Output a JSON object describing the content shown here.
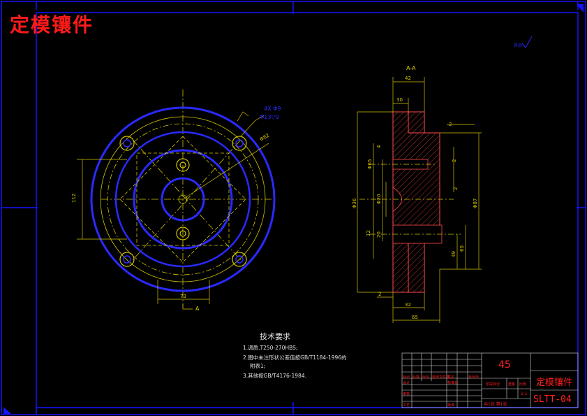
{
  "drawing": {
    "title": "定模镶件",
    "section_label": "A-A",
    "view_arrow_label": "A",
    "hole_note_1": "4X Φ9",
    "hole_note_2": "Φ13▽9",
    "surface_symbol": "其余",
    "dims": {
      "d_left_vertical": "112",
      "d_bottom_horizontal": "73",
      "d_pcd": "Φ82",
      "s_top_42": "42",
      "s_top_30": "30",
      "s_right_2": "2",
      "s_left_4": "4",
      "s_mid_2": "2",
      "s_d65": "Φ65",
      "s_d36": "Φ36",
      "s_d20": "Φ20",
      "s_right_2b": "2",
      "s_r87": "Φ87",
      "s_left_12": "12",
      "s_left_20": "20",
      "s_right_49": "49",
      "s_right_60": "60",
      "s_bot_2": "2",
      "s_bot_32": "32",
      "s_bot_65": "65"
    },
    "colors": {
      "blue": "#2a2aff",
      "yellow": "#d4c400",
      "red": "#ff2020",
      "frame": "#1414ff",
      "hatch": "#ff4a4a"
    }
  },
  "tech_requirements": {
    "heading": "技术要求",
    "lines": [
      "1.调质,T250-270HBS;",
      "2.图中未注形状公差值按GB/T1184-1996的",
      "附表1;",
      "3.其他按GB/T4176-1984."
    ]
  },
  "title_block": {
    "material": "45",
    "part_name": "定模镶件",
    "drawing_no": "SLTT-04",
    "scale": "1:1",
    "sheet_info": "共1张 第1张",
    "hdr_labels": [
      "标记",
      "处数",
      "分区",
      "更改文件号",
      "签名",
      "年月日"
    ],
    "row_designer": "设计",
    "row_std": "标准化",
    "row_review": "审核",
    "row_process": "工艺",
    "row_approve": "批准",
    "stage_label": "阶段标记",
    "weight_label": "重量",
    "scale_label": "比例"
  }
}
